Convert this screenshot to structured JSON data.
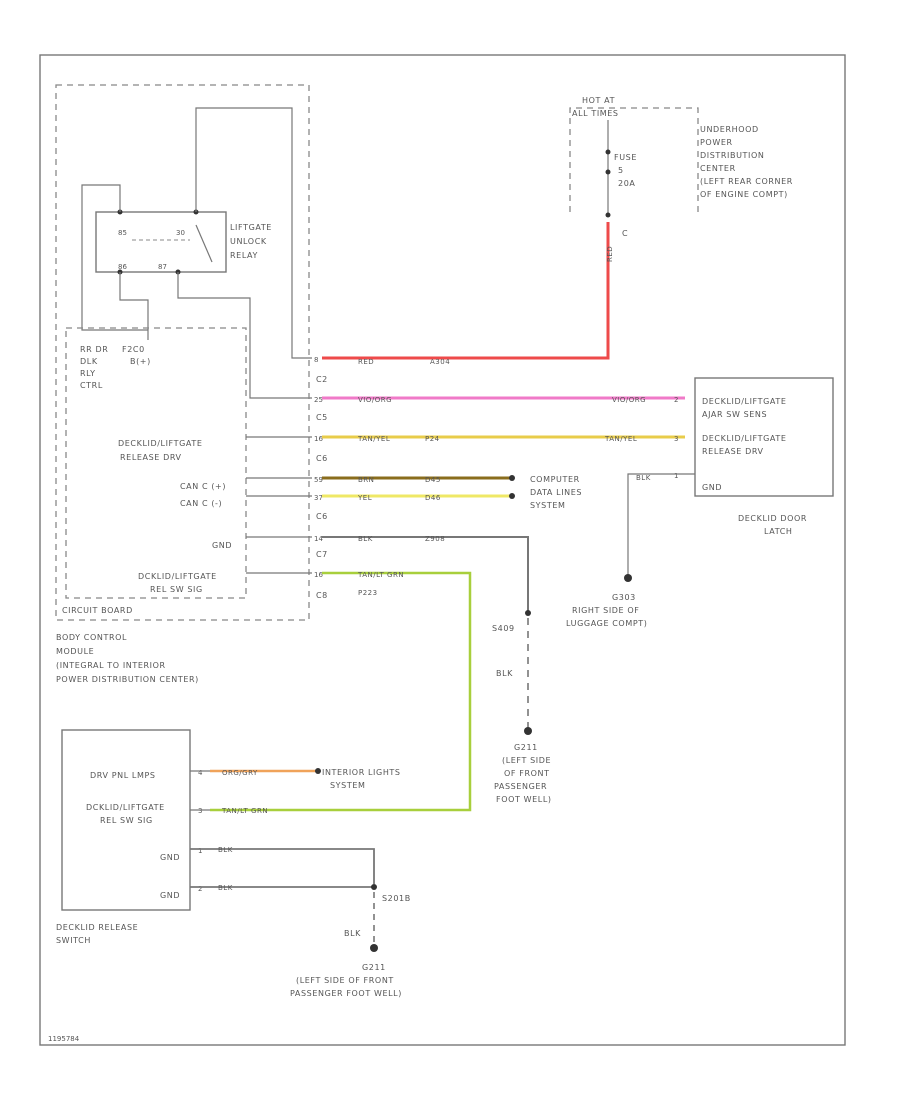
{
  "relay": {
    "title": [
      "LIFTGATE",
      "UNLOCK",
      "RELAY"
    ],
    "pin85": "85",
    "pin30": "30",
    "pin86": "86",
    "pin87": "87"
  },
  "bcm": {
    "top_labels_left": [
      "RR DR",
      "DLK",
      "RLY",
      "CTRL"
    ],
    "top_labels_right": [
      "F2C0",
      "B(+)"
    ],
    "release_drv": [
      "DECKLID/LIFTGATE",
      "RELEASE DRV"
    ],
    "can_h": "CAN C (+)",
    "can_l": "CAN C (-)",
    "gnd": "GND",
    "release_sig": [
      "DCKLID/LIFTGATE",
      "REL SW SIG"
    ],
    "circuit_board": "CIRCUIT BOARD",
    "caption": [
      "BODY CONTROL",
      "MODULE",
      "(INTEGRAL TO INTERIOR",
      "POWER DISTRIBUTION CENTER)"
    ]
  },
  "connector_pins": [
    "8",
    "25",
    "16",
    "59",
    "37",
    "14",
    "16"
  ],
  "connector_ids": [
    "C2",
    "C5",
    "C6",
    "C6",
    "C7",
    "C8"
  ],
  "wires": {
    "red": {
      "color": "RED",
      "circuit": "A304",
      "hex": "#ee4a4a"
    },
    "pink": {
      "color": "VIO/ORG",
      "hex": "#f07ac8"
    },
    "yellow": {
      "color": "TAN/YEL",
      "circuit": "P24",
      "hex": "#e8cc4a"
    },
    "brn": {
      "color": "BRN",
      "circuit": "D45",
      "hex": "#8a6d1d"
    },
    "yel": {
      "color": "YEL",
      "circuit": "D46",
      "hex": "#efe866"
    },
    "blk": {
      "color": "BLK",
      "circuit": "Z908",
      "hex": "#777777"
    },
    "green": {
      "color": "TAN/LT GRN",
      "circuit": "P223",
      "hex": "#a8cf3c"
    },
    "orange": {
      "color": "ORG/GRY",
      "hex": "#f0a35a"
    }
  },
  "fuse": {
    "hot_at": [
      "HOT AT",
      "ALL TIMES"
    ],
    "name": [
      "FUSE",
      "5",
      "20A"
    ],
    "pin": "C",
    "underhood": [
      "UNDERHOOD",
      "POWER",
      "DISTRIBUTION",
      "CENTER",
      "(LEFT REAR CORNER",
      "OF ENGINE COMPT)"
    ]
  },
  "latch": {
    "ajar_sens": [
      "DECKLID/LIFTGATE",
      "AJAR SW SENS"
    ],
    "release_drv": [
      "DECKLID/LIFTGATE",
      "RELEASE DRV"
    ],
    "gnd": "GND",
    "caption": [
      "DECKLID DOOR",
      "LATCH"
    ],
    "pin_a": "2",
    "pin_b": "3",
    "pin_c": "1"
  },
  "computer_data": [
    "COMPUTER",
    "DATA LINES",
    "SYSTEM"
  ],
  "ground_g303": [
    "G303",
    "RIGHT SIDE OF",
    "LUGGAGE COMPT)"
  ],
  "splice_s409": "S409",
  "blk_label": "BLK",
  "ground_g211_a": [
    "G211",
    "(LEFT SIDE",
    "OF FRONT",
    "PASSENGER",
    "FOOT WELL)"
  ],
  "switch": {
    "illum": "DRV PNL LMPS",
    "release_sig": [
      "DCKLID/LIFTGATE",
      "REL SW SIG"
    ],
    "gnd1": "GND",
    "gnd2": "GND",
    "caption": [
      "DECKLID RELEASE",
      "SWITCH"
    ],
    "pins": [
      "4",
      "3",
      "1",
      "2"
    ]
  },
  "interior_lights": [
    "INTERIOR LIGHTS",
    "SYSTEM"
  ],
  "splice_s201b": "S201B",
  "ground_g211_b": [
    "G211",
    "(LEFT SIDE OF FRONT",
    "PASSENGER FOOT WELL)"
  ],
  "footer_id": "1195784"
}
